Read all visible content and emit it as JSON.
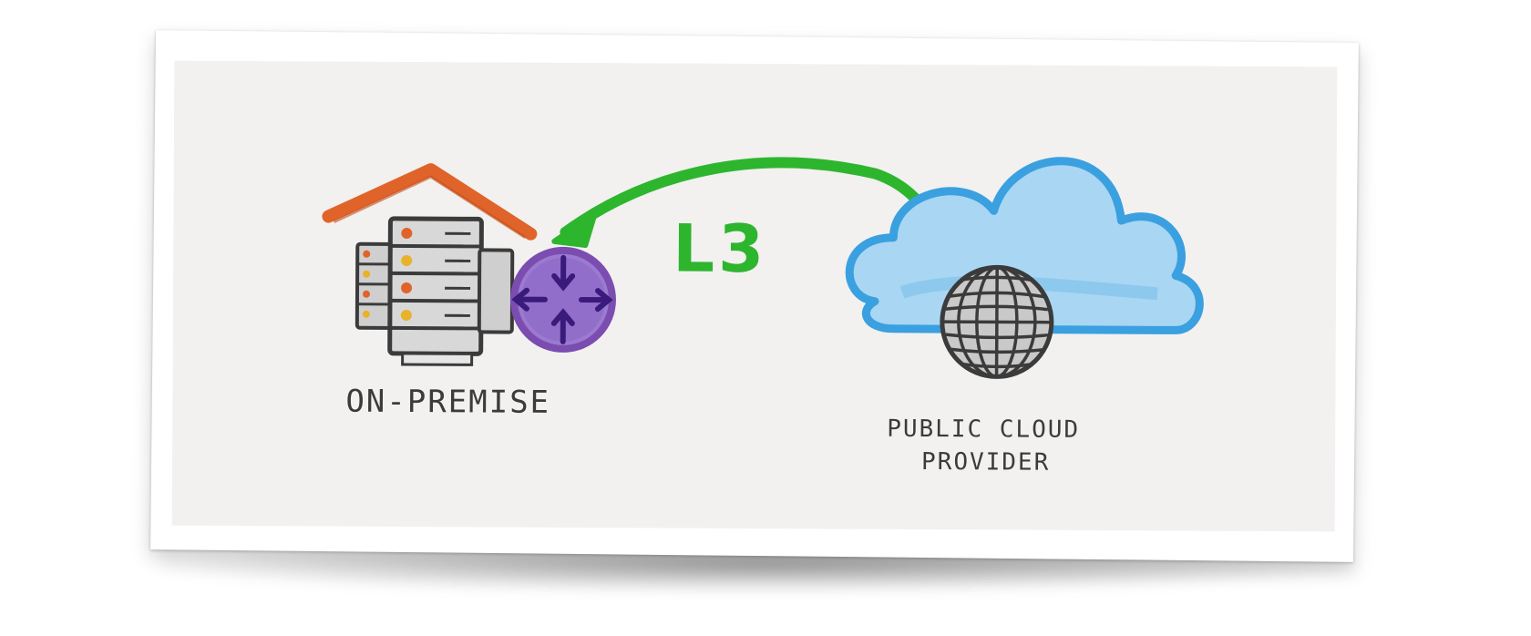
{
  "diagram": {
    "link_label": "L3",
    "nodes": [
      {
        "id": "on-premise",
        "label_lines": [
          "ON-PREMISE"
        ],
        "icon": "datacenter-with-router"
      },
      {
        "id": "public-cloud",
        "label_lines": [
          "PUBLIC CLOUD",
          "PROVIDER"
        ],
        "icon": "cloud-with-globe"
      }
    ],
    "colors": {
      "roof": "#e0632a",
      "router": "#7b4db0",
      "link": "#2eb52e",
      "cloud": "#3aa0e0",
      "globe": "#3b3b3b",
      "background": "#f2f1ef"
    }
  }
}
